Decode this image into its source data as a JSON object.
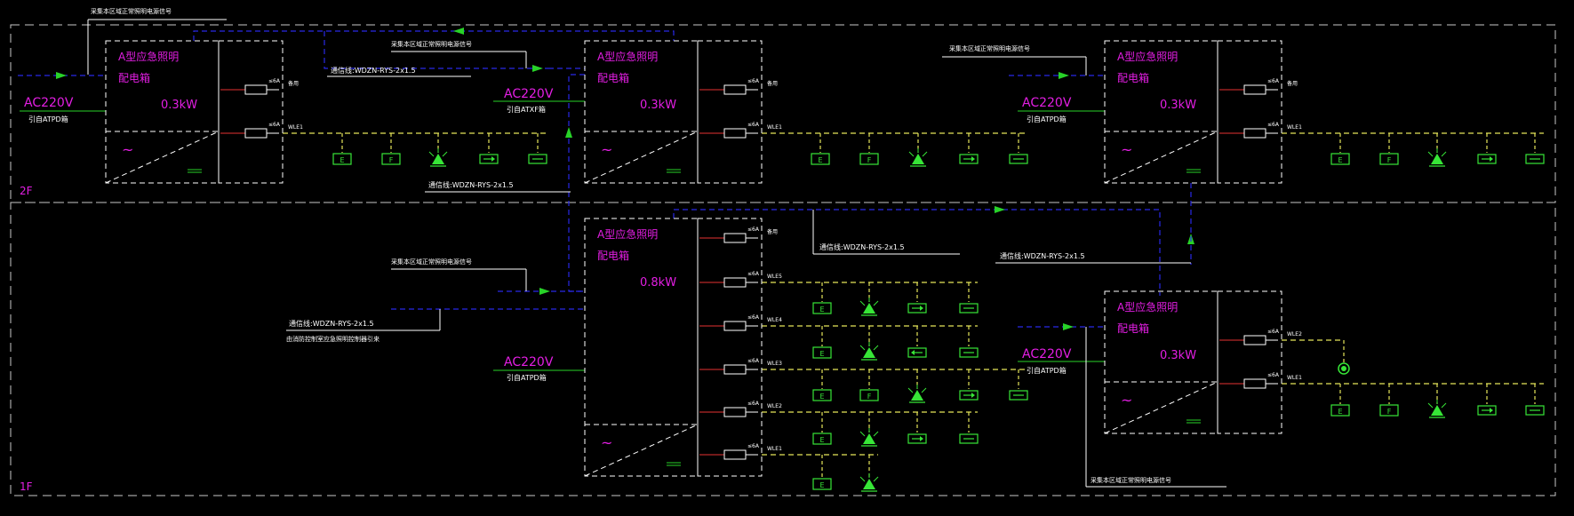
{
  "floors": {
    "f2": "2F",
    "f1": "1F"
  },
  "panel_title": "A型应急照明",
  "panel_subtitle": "配电箱",
  "voltage": "AC220V",
  "feed_labels": [
    "引自ATPD箱",
    "引自ATXF箱"
  ],
  "signal_label": "采集本区域正常照明电源信号",
  "comm_label": "通信线:WDZN-RYS-2x1.5",
  "comm_label_1f_extra": "由消防控制室应急照明控制器引来",
  "panels": [
    {
      "id": "p2a",
      "power": "0.3kW",
      "feed": "引自ATPD箱"
    },
    {
      "id": "p2b",
      "power": "0.3kW",
      "feed": "引自ATXF箱"
    },
    {
      "id": "p2c",
      "power": "0.3kW",
      "feed": "引自ATPD箱"
    },
    {
      "id": "p1a",
      "power": "0.8kW",
      "feed": "引自ATPD箱"
    },
    {
      "id": "p1b",
      "power": "0.3kW",
      "feed": "引自ATPD箱"
    }
  ],
  "breaker_rating": "≤6A",
  "circuit_labels": {
    "spare": "备用",
    "c1": "WLE1",
    "c2": "WLE2",
    "c3": "WLE3",
    "c4": "WLE4",
    "c5": "WLE5"
  },
  "fixture_letters": {
    "exit": "E",
    "floor": "F"
  },
  "symbols": {
    "ac": "~",
    "dc": "="
  },
  "colors": {
    "dashed_frame": "#c8c8c8",
    "panel_text": "#e31ee3",
    "feeder": "#28d228",
    "comm_line": "#2828e6",
    "circuit": "#e6e65a",
    "fixture": "#37e637"
  }
}
